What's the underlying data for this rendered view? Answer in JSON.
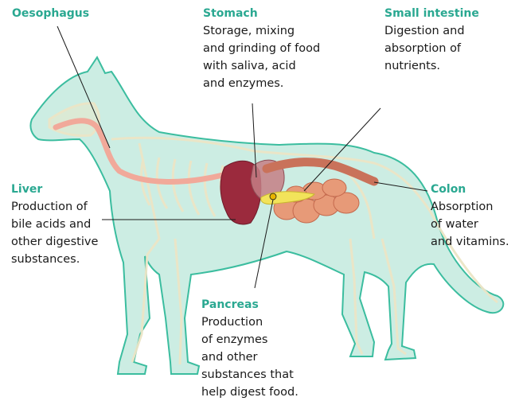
{
  "labels": {
    "oesophagus": {
      "title": "Oesophagus",
      "description": ""
    },
    "stomach": {
      "title": "Stomach",
      "description": "Storage, mixing\nand grinding of food\nwith saliva, acid\nand enzymes."
    },
    "small_intestine": {
      "title": "Small intestine",
      "description": "Digestion and\nabsorption of\nnutrients."
    },
    "liver": {
      "title": "Liver",
      "description": "Production of\nbile acids and\nother digestive\nsubstances."
    },
    "colon": {
      "title": "Colon",
      "description": "Absorption\nof water\nand vitamins."
    },
    "pancreas": {
      "title": "Pancreas",
      "description": "Production\nof enzymes\nand other\nsubstances that\nhelp digest food."
    }
  },
  "colors": {
    "label_title": "#2aa891",
    "body_fill": "#c9ece2",
    "body_outline": "#3bbd9f",
    "skeleton": "#ece5c6",
    "liver": "#9b2a3d",
    "stomach": "#c47e85",
    "oesophagus": "#f1a99a",
    "intestine": "#e79a78",
    "colon": "#c9725a",
    "pancreas": "#f2e35a",
    "leader_line": "#1a1a1a"
  }
}
